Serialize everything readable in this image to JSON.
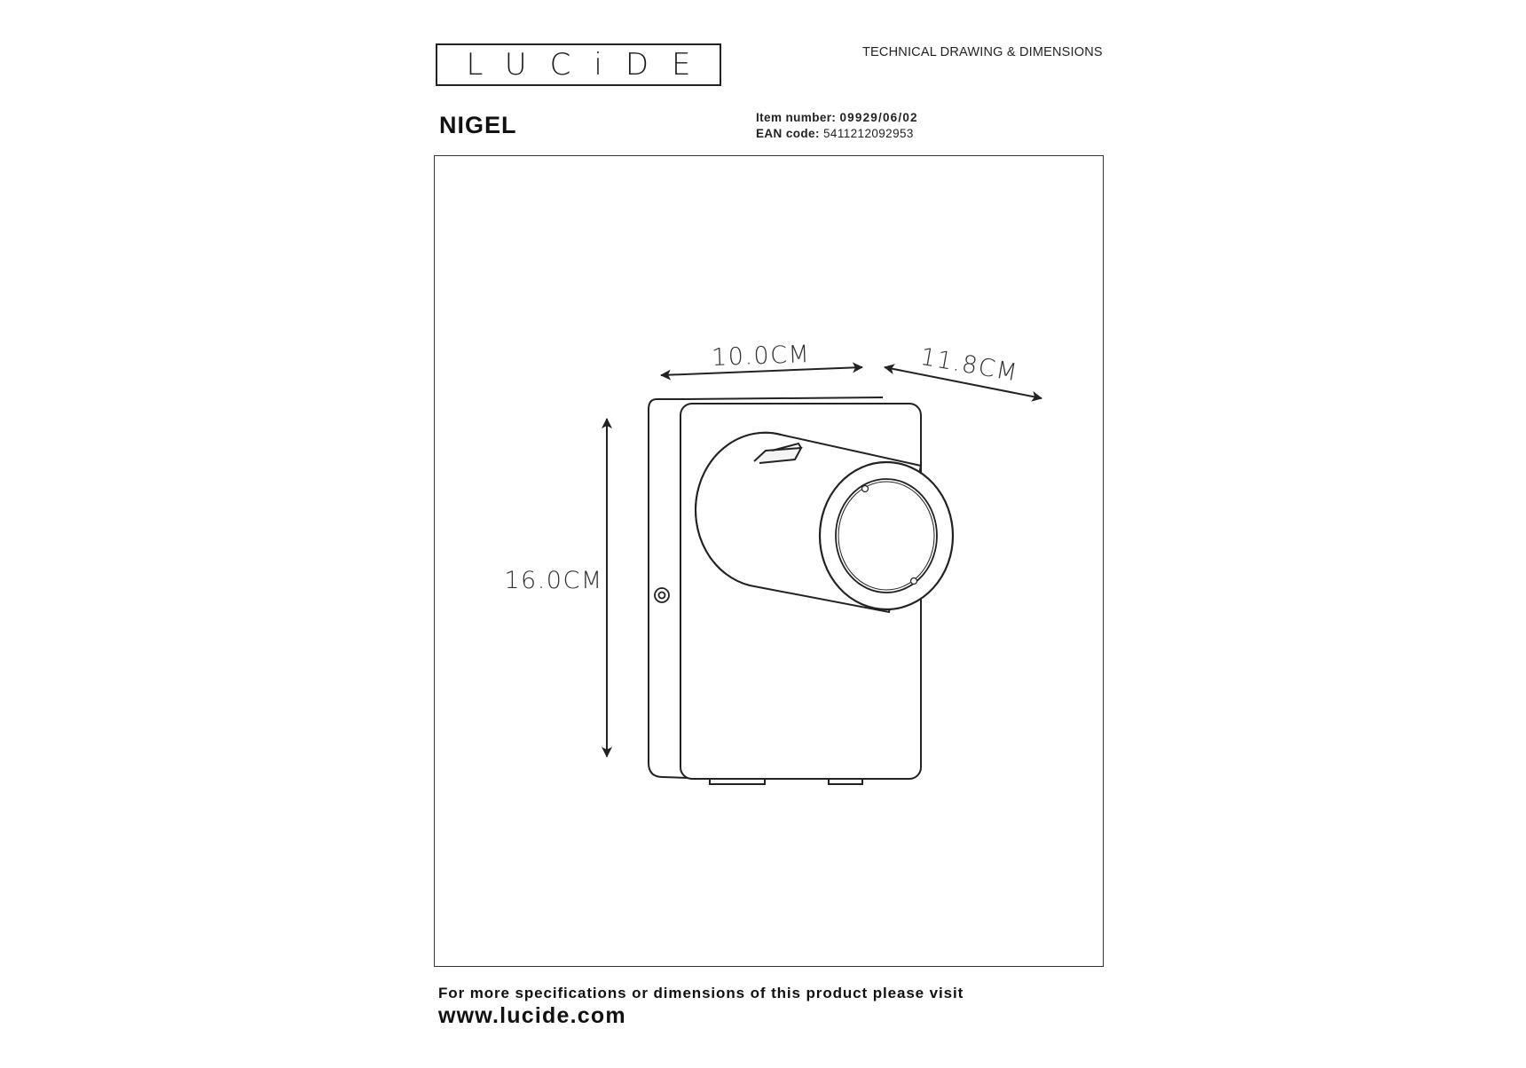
{
  "header": {
    "brand": "LUCiDE",
    "doc_type": "TECHNICAL DRAWING & DIMENSIONS"
  },
  "product": {
    "name": "NIGEL",
    "item_number_label": "Item number:",
    "item_number": "09929/06/02",
    "ean_label": "EAN code:",
    "ean": "5411212092953"
  },
  "dimensions": {
    "width": "10.0CM",
    "depth": "11.8CM",
    "height": "16.0CM"
  },
  "footer": {
    "note": "For more specifications or dimensions of this product please visit",
    "url": "www.lucide.com"
  }
}
